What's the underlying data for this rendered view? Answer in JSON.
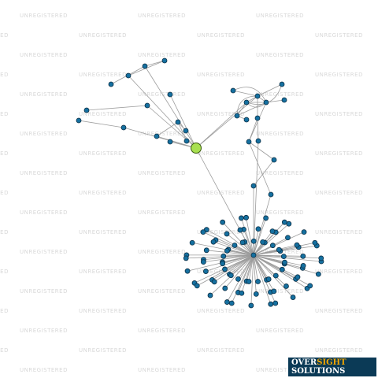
{
  "watermark": {
    "text": "UNREGISTERED",
    "color": "#d8d8d8"
  },
  "logo": {
    "line1_a": "OVER",
    "line1_b": "SIGHT",
    "line2": "SOLUTIONS",
    "background": "#0b3a56",
    "accent": "#f2a600"
  },
  "graph": {
    "colors": {
      "node": "#1570a0",
      "center": "#a8e050",
      "edge": "#9c9c9c"
    },
    "nodes": [
      {
        "id": "c"
      },
      {
        "id": "u1"
      },
      {
        "id": "u2"
      },
      {
        "id": "u3"
      },
      {
        "id": "u4"
      },
      {
        "id": "u5"
      },
      {
        "id": "u6"
      },
      {
        "id": "u7"
      },
      {
        "id": "u8"
      },
      {
        "id": "u9"
      },
      {
        "id": "u10"
      },
      {
        "id": "u11"
      },
      {
        "id": "u12"
      },
      {
        "id": "u13"
      },
      {
        "id": "u14"
      },
      {
        "id": "r1"
      },
      {
        "id": "r2"
      },
      {
        "id": "r3"
      },
      {
        "id": "r4"
      },
      {
        "id": "r5"
      },
      {
        "id": "r6"
      },
      {
        "id": "r7"
      },
      {
        "id": "r8"
      },
      {
        "id": "r9"
      },
      {
        "id": "r10"
      },
      {
        "id": "r11"
      },
      {
        "id": "r12"
      },
      {
        "id": "r13"
      },
      {
        "id": "r14"
      },
      {
        "id": "hub"
      }
    ],
    "edges": [
      [
        "c",
        "u1"
      ],
      [
        "c",
        "u3"
      ],
      [
        "c",
        "u5"
      ],
      [
        "c",
        "u6"
      ],
      [
        "c",
        "u7"
      ],
      [
        "c",
        "u8"
      ],
      [
        "c",
        "u11"
      ],
      [
        "u1",
        "u2"
      ],
      [
        "u1",
        "u4"
      ],
      [
        "u3",
        "u4"
      ],
      [
        "u5",
        "u9"
      ],
      [
        "u6",
        "u10"
      ],
      [
        "u7",
        "u12"
      ],
      [
        "u12",
        "u13"
      ],
      [
        "u12",
        "u14"
      ],
      [
        "c",
        "r1"
      ],
      [
        "c",
        "r2"
      ],
      [
        "c",
        "hub"
      ],
      [
        "r1",
        "r2"
      ],
      [
        "r1",
        "r3"
      ],
      [
        "r1",
        "r4"
      ],
      [
        "r2",
        "r3"
      ],
      [
        "r2",
        "r5"
      ],
      [
        "r2",
        "r6"
      ],
      [
        "r3",
        "r4"
      ],
      [
        "r3",
        "r7"
      ],
      [
        "r4",
        "r8"
      ],
      [
        "r2",
        "r9"
      ],
      [
        "r3",
        "r10"
      ],
      [
        "r9",
        "r10"
      ],
      [
        "r9",
        "r11"
      ],
      [
        "r10",
        "r12"
      ],
      [
        "r12",
        "r13"
      ],
      [
        "r11",
        "hub"
      ],
      [
        "r13",
        "hub"
      ],
      [
        "r10",
        "r14"
      ],
      [
        "r14",
        "hub"
      ]
    ],
    "curved_edges": [
      [
        "r1",
        "r3"
      ],
      [
        "r2",
        "r4"
      ],
      [
        "r3",
        "r5"
      ],
      [
        "r1",
        "r6"
      ]
    ],
    "hub_leaf_count": 86
  }
}
